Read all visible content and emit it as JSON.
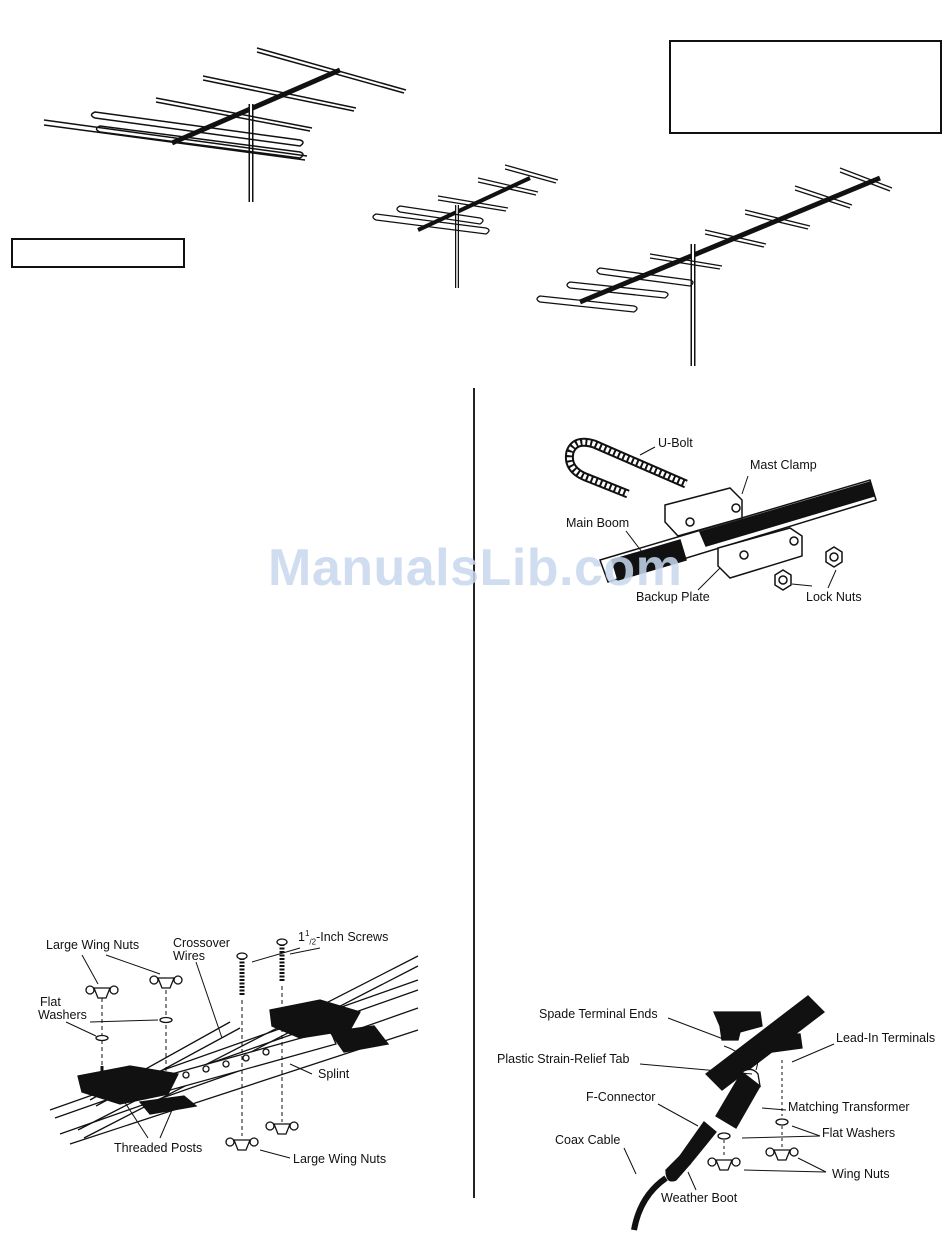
{
  "watermark": "ManualsLib.com",
  "figure_ubolt": {
    "labels": {
      "u_bolt": "U-Bolt",
      "mast_clamp": "Mast Clamp",
      "main_boom": "Main Boom",
      "backup_plate": "Backup Plate",
      "lock_nuts": "Lock Nuts"
    }
  },
  "figure_splint": {
    "labels": {
      "large_wing_nuts_top": "Large Wing Nuts",
      "crossover_wires_1": "Crossover",
      "crossover_wires_2": "Wires",
      "screws_prefix": "1",
      "screws_sup": "1",
      "screws_sub": "/2",
      "screws_suffix": "-Inch Screws",
      "flat_washers_1": "Flat",
      "flat_washers_2": "Washers",
      "splint": "Splint",
      "threaded_posts": "Threaded Posts",
      "large_wing_nuts_bottom": "Large Wing Nuts"
    }
  },
  "figure_terminals": {
    "labels": {
      "spade_terminal_ends": "Spade Terminal Ends",
      "lead_in_terminals": "Lead-In Terminals",
      "strain_relief_tab": "Plastic Strain-Relief Tab",
      "f_connector": "F-Connector",
      "matching_transformer": "Matching Transformer",
      "coax_cable": "Coax Cable",
      "flat_washers": "Flat Washers",
      "wing_nuts": "Wing Nuts",
      "weather_boot": "Weather Boot"
    }
  }
}
